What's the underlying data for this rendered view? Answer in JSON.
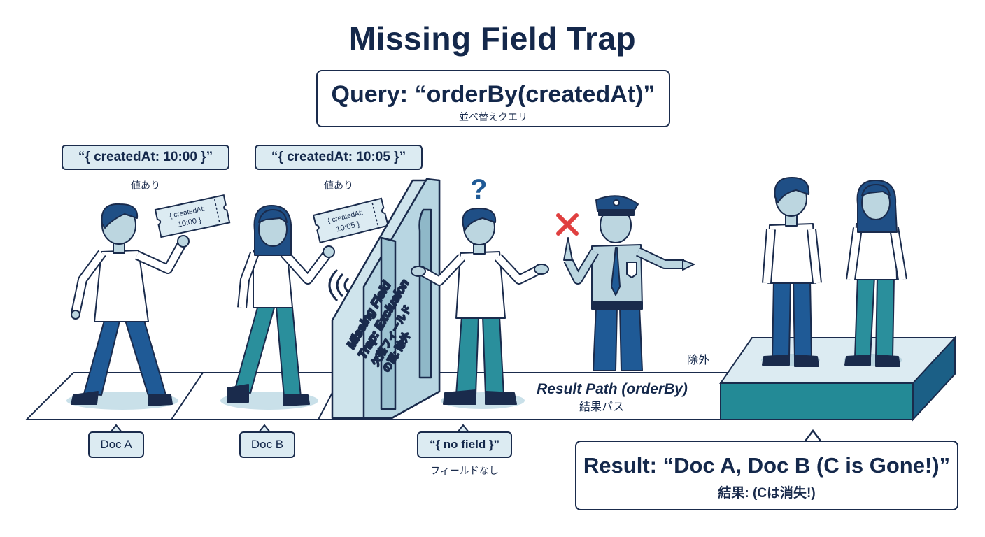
{
  "title": "Missing Field Trap",
  "query": {
    "main": "Query: “orderBy(createdAt)”",
    "sub": "並べ替えクエリ"
  },
  "doc_a": {
    "field_label": "“{ createdAt: 10:00 }”",
    "field_sub": "値あり",
    "ticket_line1": "{ createdAt:",
    "ticket_line2": "10:00 }",
    "name": "Doc A"
  },
  "doc_b": {
    "field_label": "“{ createdAt: 10:05 }”",
    "field_sub": "値あり",
    "ticket_line1": "{ createdAt:",
    "ticket_line2": "10:05 }",
    "name": "Doc B"
  },
  "doc_c": {
    "field_label": "“{ no field }”",
    "field_sub": "フィールドなし",
    "question": "?"
  },
  "gate": {
    "line1": "Missing Field",
    "line2": "Trap: Exclusion",
    "line3": "欠落フィールド",
    "line4": "の罠: 除外"
  },
  "path": {
    "label": "Result Path (orderBy)",
    "sub": "結果パス",
    "excluded": "除外"
  },
  "result": {
    "main": "Result: “Doc A, Doc B (C is Gone!)”",
    "sub": "結果: (Cは消失!)"
  },
  "colors": {
    "navy": "#14284b",
    "blue": "#1f5a96",
    "teal": "#2a8f9c",
    "light": "#dcebf2",
    "red": "#e04040"
  }
}
